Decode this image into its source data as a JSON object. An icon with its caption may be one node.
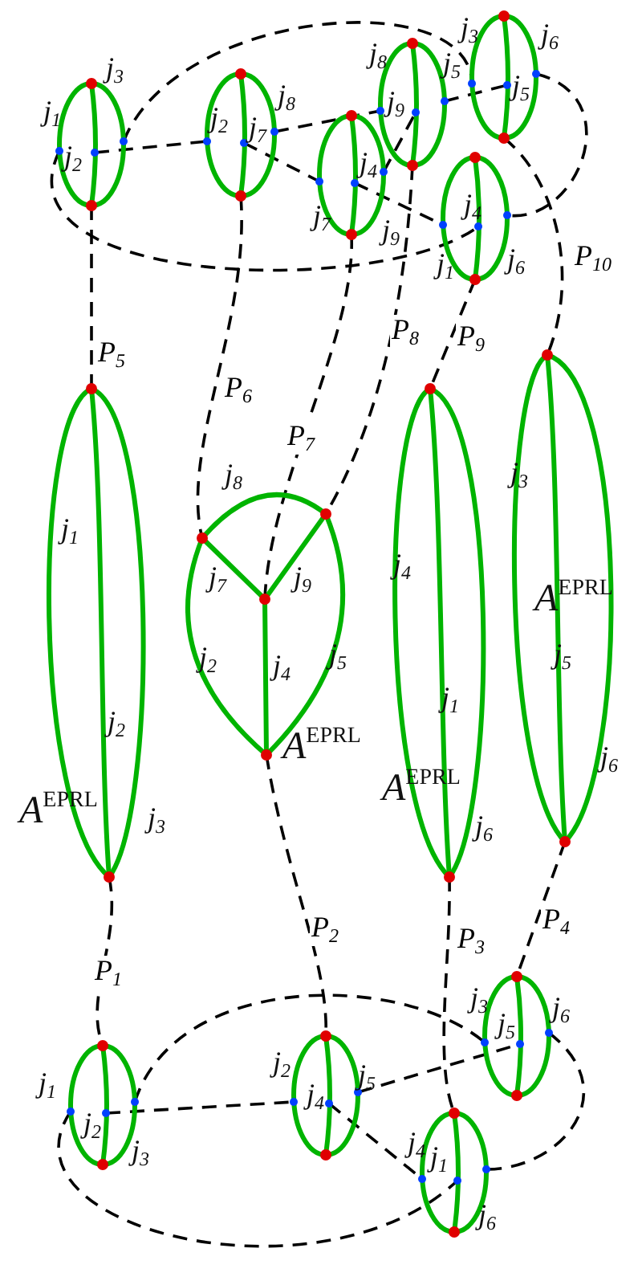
{
  "diagram": {
    "nodes": [
      {
        "text": [
          "j$_{3}$",
          "j$_{1}$",
          "j$_{2}$"
        ]
      },
      {
        "text": [
          "j$_{2}$",
          "j$_{7}$",
          "j$_{8}$"
        ]
      },
      {
        "text": [
          "j$_{4}$",
          "j$_{7}$",
          "j$_{9}$"
        ]
      },
      {
        "text": [
          "j$_{8}$",
          "j$_{5}$",
          "j$_{9}$"
        ]
      },
      {
        "text": [
          "j$_{3}$",
          "j$_{6}$",
          "j$_{5}$"
        ]
      },
      {
        "text": [
          "j$_{4}$",
          "j$_{1}$",
          "j$_{6}$"
        ]
      },
      {
        "text": [
          "j$_{1}$",
          "j$_{2}$",
          "*A*$^{EPRL}$",
          "j$_{3}$"
        ]
      },
      {
        "text": [
          "j$_{8}$",
          "j$_{7}$",
          "j$_{9}$",
          "j$_{2}$",
          "j$_{4}$",
          "j$_{5}$",
          "*A*$^{EPRL}$"
        ]
      },
      {
        "text": [
          "j$_{4}$",
          "j$_{1}$",
          "*A*$^{EPRL}$",
          "j$_{6}$"
        ]
      },
      {
        "text": [
          "j$_{3}$",
          "*A*$^{EPRL}$",
          "j$_{5}$",
          "j$_{6}$"
        ]
      },
      {
        "text": [
          "j$_{1}$",
          "j$_{2}$",
          "j$_{3}$"
        ]
      },
      {
        "text": [
          "j$_{2}$",
          "j$_{4}$",
          "j$_{5}$"
        ]
      },
      {
        "text": [
          "j$_{3}$",
          "j$_{5}$",
          "j$_{6}$"
        ]
      },
      {
        "text": [
          "j$_{4}$",
          "j$_{1}$",
          "j$_{6}$"
        ]
      }
    ],
    "edges": [
      {
        "from": 0,
        "to": 6,
        "arrow": "none",
        "label": "P$_{5}$"
      },
      {
        "from": 1,
        "to": 7,
        "arrow": "none",
        "label": "P$_{6}$"
      },
      {
        "from": 2,
        "to": 7,
        "arrow": "none",
        "label": "P$_{7}$"
      },
      {
        "from": 3,
        "to": 7,
        "arrow": "none",
        "label": "P$_{8}$"
      },
      {
        "from": 5,
        "to": 8,
        "arrow": "none",
        "label": "P$_{9}$"
      },
      {
        "from": 4,
        "to": 9,
        "arrow": "none",
        "label": "P$_{10}$"
      },
      {
        "from": 6,
        "to": 10,
        "arrow": "none",
        "label": "P$_{1}$"
      },
      {
        "from": 7,
        "to": 11,
        "arrow": "none",
        "label": "P$_{2}$"
      },
      {
        "from": 8,
        "to": 13,
        "arrow": "none",
        "label": "P$_{3}$"
      },
      {
        "from": 9,
        "to": 12,
        "arrow": "none",
        "label": "P$_{4}$"
      },
      {
        "from": 0,
        "to": 1,
        "arrow": "none"
      },
      {
        "from": 0,
        "to": 4,
        "arrow": "none"
      },
      {
        "from": 0,
        "to": 5,
        "arrow": "none"
      },
      {
        "from": 1,
        "to": 2,
        "arrow": "none"
      },
      {
        "from": 1,
        "to": 3,
        "arrow": "none"
      },
      {
        "from": 2,
        "to": 3,
        "arrow": "none"
      },
      {
        "from": 2,
        "to": 5,
        "arrow": "none"
      },
      {
        "from": 3,
        "to": 4,
        "arrow": "none"
      },
      {
        "from": 4,
        "to": 5,
        "arrow": "none"
      },
      {
        "from": 10,
        "to": 11,
        "arrow": "none"
      },
      {
        "from": 10,
        "to": 12,
        "arrow": "none"
      },
      {
        "from": 10,
        "to": 13,
        "arrow": "none"
      },
      {
        "from": 11,
        "to": 12,
        "arrow": "none"
      },
      {
        "from": 11,
        "to": 13,
        "arrow": "none"
      },
      {
        "from": 12,
        "to": 13,
        "arrow": "none"
      }
    ]
  }
}
